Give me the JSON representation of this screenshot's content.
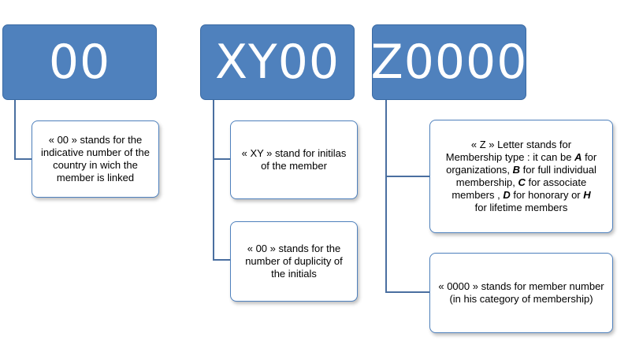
{
  "headers": {
    "country": "00",
    "initials": "XY00",
    "membership": "Z0000"
  },
  "notes": {
    "country": "« 00 » stands for the indicative number of the country in wich the member is linked",
    "initials": "« XY » stand for initilas of the member",
    "duplicity": "« 00 » stands for the number of duplicity of the initials",
    "type_line1": "« Z » Letter stands for",
    "type_line2": "Membership type : it can be",
    "type_A": "A",
    "type_line2b": " for",
    "type_line3": "organizations,",
    "type_B": "B",
    "type_line3b": " for full individual",
    "type_line4": "membership,",
    "type_C": "C",
    "type_line4b": " for associate",
    "type_line5": "members ,",
    "type_D": "D",
    "type_line5b": " for honorary or",
    "type_H": "H",
    "type_line6": "for lifetime members",
    "number": "« 0000 » stands for member number (in his category of membership)"
  },
  "colors": {
    "header_fill": "#4f81bd",
    "connector": "#4a6fa0",
    "note_border": "#4f81bd"
  }
}
